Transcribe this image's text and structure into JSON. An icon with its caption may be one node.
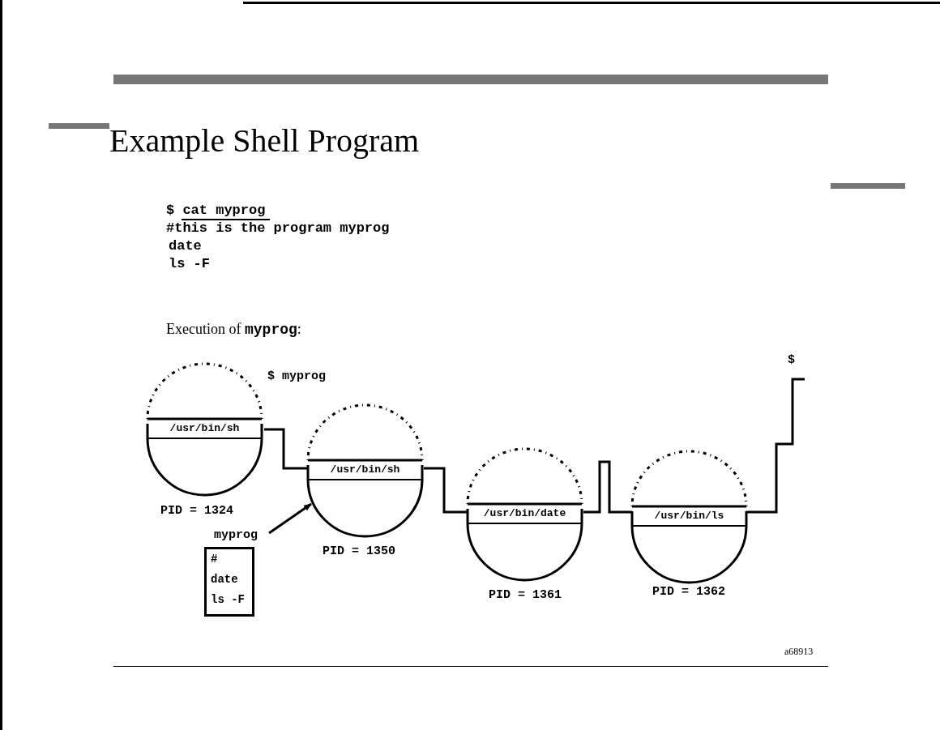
{
  "diagram": {
    "title": "Example Shell Program",
    "nodes": [
      {
        "text": [
          "/usr/bin/sh"
        ],
        "beside": [
          "PID = 1324"
        ]
      },
      {
        "text": [
          "/usr/bin/sh"
        ],
        "beside": [
          "PID = 1350"
        ]
      },
      {
        "text": [
          "/usr/bin/date"
        ],
        "beside": [
          "PID = 1361"
        ]
      },
      {
        "text": [
          "/usr/bin/ls"
        ],
        "beside": [
          "PID = 1362"
        ]
      },
      {
        "text": [
          "$"
        ]
      },
      {
        "text": [
          "myprog"
        ]
      },
      {
        "text": [
          "#",
          "date",
          "ls -F"
        ]
      }
    ],
    "edges": [
      {
        "from": 0,
        "to": 1,
        "arrow": "none"
      },
      {
        "from": 1,
        "to": 2,
        "arrow": "none"
      },
      {
        "from": 2,
        "to": 3,
        "arrow": "none"
      },
      {
        "from": 3,
        "to": 4,
        "arrow": "none"
      },
      {
        "from": 5,
        "to": 1,
        "arrow": "to"
      }
    ],
    "labels": [
      "$ cat myprog",
      "#this is the program myprog",
      "date",
      "ls -F",
      "Execution of **myprog**:",
      "$ myprog",
      "a68913"
    ]
  }
}
